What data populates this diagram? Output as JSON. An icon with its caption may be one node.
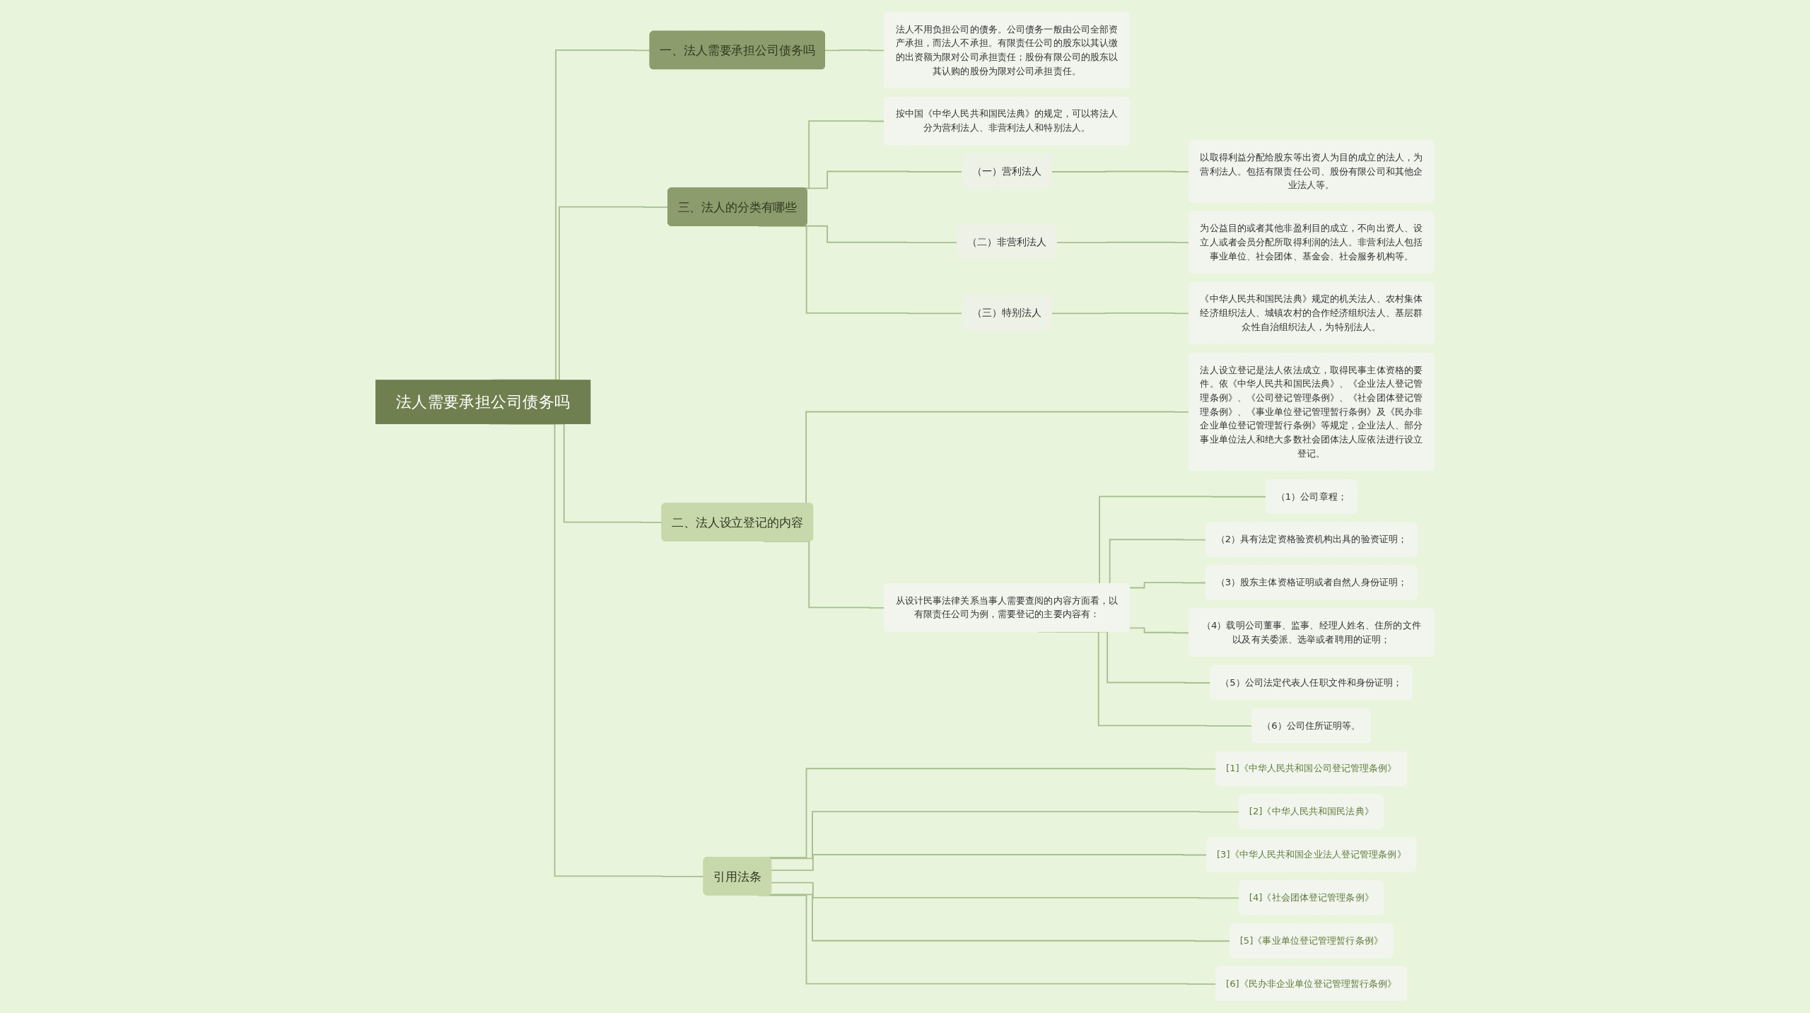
{
  "diagram": {
    "nodes": [
      {
        "text": [
          "法人需要承担公司债务吗"
        ]
      },
      {
        "text": [
          "一、法人需要承担公司债务吗"
        ]
      },
      {
        "text": [
          "法人不用负担公司的债务。公司债务一般由公司全部资产承担，而法人不承担。有限责任公司的股东以其认缴的出资额为限对公司承担责任；股份有限公司的股东以其认购的股份为限对公司承担责任。"
        ]
      },
      {
        "text": [
          "三、法人的分类有哪些"
        ]
      },
      {
        "text": [
          "按中国《中华人民共和国民法典》的规定，可以将法人分为营利法人、非营利法人和特别法人。"
        ]
      },
      {
        "text": [
          "（一）营利法人"
        ]
      },
      {
        "text": [
          "以取得利益分配给股东等出资人为目的成立的法人，为营利法人。包括有限责任公司、股份有限公司和其他企业法人等。"
        ]
      },
      {
        "text": [
          "（二）非营利法人"
        ]
      },
      {
        "text": [
          "为公益目的或者其他非盈利目的成立，不向出资人、设立人或者会员分配所取得利润的法人。非营利法人包括事业单位、社会团体、基金会、社会服务机构等。"
        ]
      },
      {
        "text": [
          "（三）特别法人"
        ]
      },
      {
        "text": [
          "《中华人民共和国民法典》规定的机关法人、农村集体经济组织法人、城镇农村的合作经济组织法人、基层群众性自治组织法人，为特别法人。"
        ]
      },
      {
        "text": [
          "二、法人设立登记的内容"
        ]
      },
      {
        "text": [
          "法人设立登记是法人依法成立，取得民事主体资格的要件。依《中华人民共和国民法典》、《企业法人登记管理条例》、《公司登记管理条例》、《社会团体登记管理条例》、《事业单位登记管理暂行条例》及《民办非企业单位登记管理暂行条例》等规定，企业法人、部分事业单位法人和绝大多数社会团体法人应依法进行设立登记。"
        ]
      },
      {
        "text": [
          "从设计民事法律关系当事人需要查阅的内容方面看，以有限责任公司为例，需要登记的主要内容有："
        ]
      },
      {
        "text": [
          "（1）公司章程；"
        ]
      },
      {
        "text": [
          "（2）具有法定资格验资机构出具的验资证明；"
        ]
      },
      {
        "text": [
          "（3）股东主体资格证明或者自然人身份证明；"
        ]
      },
      {
        "text": [
          "（4）载明公司董事、监事、经理人姓名、住所的文件以及有关委派、选举或者聘用的证明；"
        ]
      },
      {
        "text": [
          "（5）公司法定代表人任职文件和身份证明；"
        ]
      },
      {
        "text": [
          "（6）公司住所证明等。"
        ]
      },
      {
        "text": [
          "引用法条"
        ]
      },
      {
        "text": [
          "[1]《中华人民共和国公司登记管理条例》"
        ]
      },
      {
        "text": [
          "[2]《中华人民共和国民法典》"
        ]
      },
      {
        "text": [
          "[3]《中华人民共和国企业法人登记管理条例》"
        ]
      },
      {
        "text": [
          "[4]《社会团体登记管理条例》"
        ]
      },
      {
        "text": [
          "[5]《事业单位登记管理暂行条例》"
        ]
      },
      {
        "text": [
          "[6]《民办非企业单位登记管理暂行条例》"
        ]
      }
    ],
    "edges": [
      {
        "from": 0,
        "to": 1,
        "arrow": "none"
      },
      {
        "from": 1,
        "to": 2,
        "arrow": "none"
      },
      {
        "from": 0,
        "to": 3,
        "arrow": "none"
      },
      {
        "from": 3,
        "to": 4,
        "arrow": "none"
      },
      {
        "from": 3,
        "to": 5,
        "arrow": "none"
      },
      {
        "from": 5,
        "to": 6,
        "arrow": "none"
      },
      {
        "from": 3,
        "to": 7,
        "arrow": "none"
      },
      {
        "from": 7,
        "to": 8,
        "arrow": "none"
      },
      {
        "from": 3,
        "to": 9,
        "arrow": "none"
      },
      {
        "from": 9,
        "to": 10,
        "arrow": "none"
      },
      {
        "from": 0,
        "to": 11,
        "arrow": "none"
      },
      {
        "from": 11,
        "to": 12,
        "arrow": "none"
      },
      {
        "from": 11,
        "to": 13,
        "arrow": "none"
      },
      {
        "from": 13,
        "to": 14,
        "arrow": "none"
      },
      {
        "from": 13,
        "to": 15,
        "arrow": "none"
      },
      {
        "from": 13,
        "to": 16,
        "arrow": "none"
      },
      {
        "from": 13,
        "to": 17,
        "arrow": "none"
      },
      {
        "from": 13,
        "to": 18,
        "arrow": "none"
      },
      {
        "from": 13,
        "to": 19,
        "arrow": "none"
      },
      {
        "from": 0,
        "to": 20,
        "arrow": "none"
      },
      {
        "from": 20,
        "to": 21,
        "arrow": "none"
      },
      {
        "from": 20,
        "to": 22,
        "arrow": "none"
      },
      {
        "from": 20,
        "to": 23,
        "arrow": "none"
      },
      {
        "from": 20,
        "to": 24,
        "arrow": "none"
      },
      {
        "from": 20,
        "to": 25,
        "arrow": "none"
      },
      {
        "from": 20,
        "to": 26,
        "arrow": "none"
      }
    ]
  }
}
